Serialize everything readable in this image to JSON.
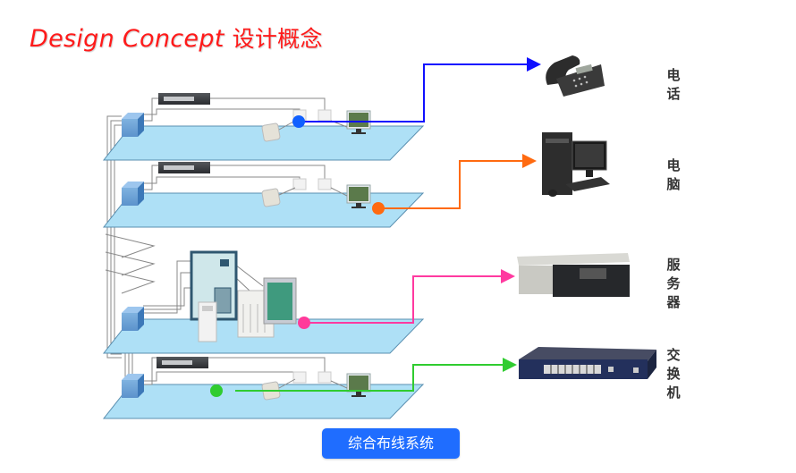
{
  "title": {
    "english": "Design Concept",
    "chinese": "设计概念"
  },
  "colors": {
    "title": "#ff1a1a",
    "floor_fill": "#aee0f6",
    "floor_stroke": "#5a8fb0",
    "telephone_line": "#1010ff",
    "computer_line": "#ff6a10",
    "server_line": "#ff3aa0",
    "switch_line": "#30cc30",
    "badge": "#1f6dff"
  },
  "devices": [
    {
      "id": "telephone",
      "label": "电话",
      "line_color_key": "telephone_line",
      "icon": "telephone-icon"
    },
    {
      "id": "computer",
      "label": "电脑",
      "line_color_key": "computer_line",
      "icon": "desktop-computer-icon"
    },
    {
      "id": "server",
      "label": "服务器",
      "line_color_key": "server_line",
      "icon": "rack-server-icon"
    },
    {
      "id": "switch",
      "label": "交换机",
      "line_color_key": "switch_line",
      "icon": "network-switch-icon"
    }
  ],
  "floors": [
    {
      "id": "floor-1",
      "items": [
        "switch",
        "wall-outlet",
        "wall-outlet",
        "desk-phone",
        "monitor"
      ]
    },
    {
      "id": "floor-2",
      "items": [
        "switch",
        "wall-outlet",
        "wall-outlet",
        "desk-phone",
        "monitor"
      ]
    },
    {
      "id": "floor-3",
      "items": [
        "server-cabinet",
        "tower-server",
        "tower-server",
        "rack-cabinet"
      ]
    },
    {
      "id": "floor-4",
      "items": [
        "switch",
        "wall-outlet",
        "wall-outlet",
        "desk-phone",
        "monitor"
      ]
    }
  ],
  "footer": {
    "badge_label": "综合布线系统"
  }
}
